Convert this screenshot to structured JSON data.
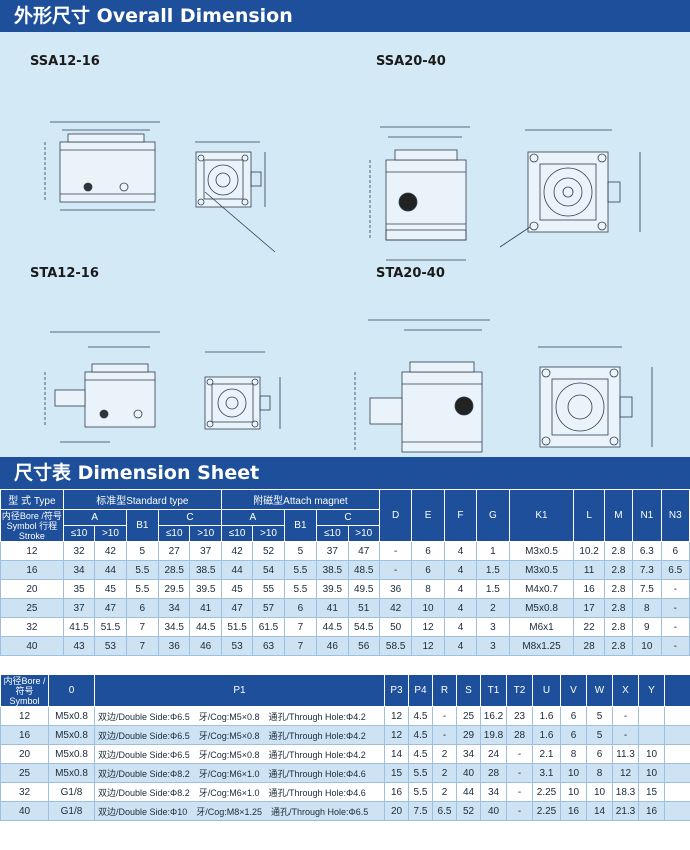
{
  "header": {
    "title": "外形尺寸 Overall Dimension"
  },
  "drawings": {
    "labels": [
      "SSA12-16",
      "SSA20-40",
      "STA12-16",
      "STA20-40"
    ]
  },
  "sheet": {
    "title": "尺寸表 Dimension Sheet"
  },
  "table1": {
    "h_type": "型 式 Type",
    "h_standard": "标准型Standard type",
    "h_magnet": "附磁型Attach magnet",
    "h_bore": "内径Bore /符号Symbol\n行程 Stroke",
    "h_A": "A",
    "h_B1": "B1",
    "h_C": "C",
    "h_le10": "≤10",
    "h_gt10": ">10",
    "cols": [
      "D",
      "E",
      "F",
      "G",
      "K1",
      "L",
      "M",
      "N1",
      "N3"
    ],
    "rows": [
      [
        "12",
        "32",
        "42",
        "5",
        "27",
        "37",
        "42",
        "52",
        "5",
        "37",
        "47",
        "-",
        "6",
        "4",
        "1",
        "M3x0.5",
        "10.2",
        "2.8",
        "6.3",
        "6"
      ],
      [
        "16",
        "34",
        "44",
        "5.5",
        "28.5",
        "38.5",
        "44",
        "54",
        "5.5",
        "38.5",
        "48.5",
        "-",
        "6",
        "4",
        "1.5",
        "M3x0.5",
        "11",
        "2.8",
        "7.3",
        "6.5"
      ],
      [
        "20",
        "35",
        "45",
        "5.5",
        "29.5",
        "39.5",
        "45",
        "55",
        "5.5",
        "39.5",
        "49.5",
        "36",
        "8",
        "4",
        "1.5",
        "M4x0.7",
        "16",
        "2.8",
        "7.5",
        "-"
      ],
      [
        "25",
        "37",
        "47",
        "6",
        "34",
        "41",
        "47",
        "57",
        "6",
        "41",
        "51",
        "42",
        "10",
        "4",
        "2",
        "M5x0.8",
        "17",
        "2.8",
        "8",
        "-"
      ],
      [
        "32",
        "41.5",
        "51.5",
        "7",
        "34.5",
        "44.5",
        "51.5",
        "61.5",
        "7",
        "44.5",
        "54.5",
        "50",
        "12",
        "4",
        "3",
        "M6x1",
        "22",
        "2.8",
        "9",
        "-"
      ],
      [
        "40",
        "43",
        "53",
        "7",
        "36",
        "46",
        "53",
        "63",
        "7",
        "46",
        "56",
        "58.5",
        "12",
        "4",
        "3",
        "M8x1.25",
        "28",
        "2.8",
        "10",
        "-"
      ]
    ]
  },
  "table2": {
    "h_bore": "内径Bore /符号Symbol",
    "cols": [
      "0",
      "P1",
      "P3",
      "P4",
      "R",
      "S",
      "T1",
      "T2",
      "U",
      "V",
      "W",
      "X",
      "Y"
    ],
    "rows": [
      [
        "12",
        "M5x0.8",
        "双边/Double Side:Φ6.5　牙/Cog:M5×0.8　通孔/Through Hole:Φ4.2",
        "12",
        "4.5",
        "-",
        "25",
        "16.2",
        "23",
        "1.6",
        "6",
        "5",
        "-"
      ],
      [
        "16",
        "M5x0.8",
        "双边/Double Side:Φ6.5　牙/Cog:M5×0.8　通孔/Through Hole:Φ4.2",
        "12",
        "4.5",
        "-",
        "29",
        "19.8",
        "28",
        "1.6",
        "6",
        "5",
        "-"
      ],
      [
        "20",
        "M5x0.8",
        "双边/Double Side:Φ6.5　牙/Cog:M5×0.8　通孔/Through Hole:Φ4.2",
        "14",
        "4.5",
        "2",
        "34",
        "24",
        "-",
        "2.1",
        "8",
        "6",
        "11.3",
        "10"
      ],
      [
        "25",
        "M5x0.8",
        "双边/Double Side:Φ8.2　牙/Cog:M6×1.0　通孔/Through Hole:Φ4.6",
        "15",
        "5.5",
        "2",
        "40",
        "28",
        "-",
        "3.1",
        "10",
        "8",
        "12",
        "10"
      ],
      [
        "32",
        "G1/8",
        "双边/Double Side:Φ8.2　牙/Cog:M6×1.0　通孔/Through Hole:Φ4.6",
        "16",
        "5.5",
        "2",
        "44",
        "34",
        "-",
        "2.25",
        "10",
        "10",
        "18.3",
        "15"
      ],
      [
        "40",
        "G1/8",
        "双边/Double Side:Φ10　牙/Cog:M8×1.25　通孔/Through Hole:Φ6.5",
        "20",
        "7.5",
        "6.5",
        "52",
        "40",
        "-",
        "2.25",
        "16",
        "14",
        "21.3",
        "16"
      ]
    ]
  },
  "colors": {
    "header_blue": "#1d4f9a",
    "drawing_bg": "#d4e9f6",
    "row_alt": "#cde3f4"
  }
}
